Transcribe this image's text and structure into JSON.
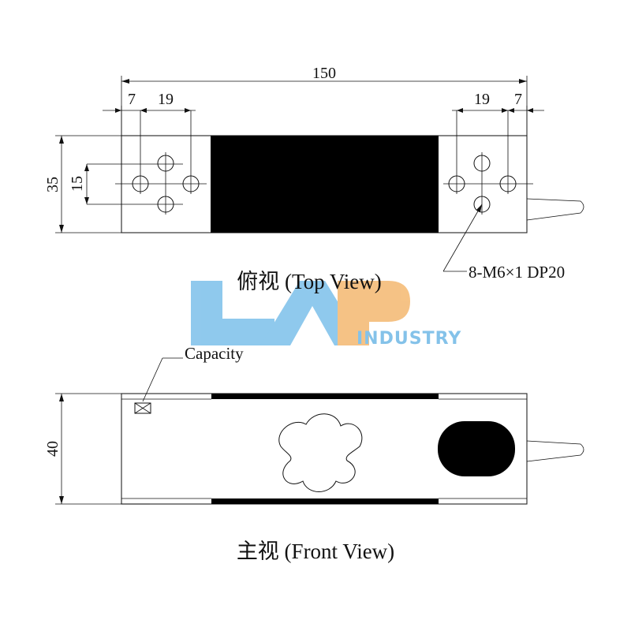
{
  "top_view": {
    "overall_length": "150",
    "left_edge_offset": "7",
    "left_hole_spacing": "19",
    "right_hole_spacing": "19",
    "right_edge_offset": "7",
    "width": "35",
    "hole_spacing_vertical": "15",
    "thread_callout": "8-M6×1 DP20",
    "caption": "俯视 (Top View)"
  },
  "front_view": {
    "height": "40",
    "capacity_label": "Capacity",
    "caption": "主视 (Front View)"
  },
  "watermark": {
    "logo_letters": "LAP",
    "text": "INDUSTRY",
    "colors": {
      "blue": "#6fb8e6",
      "orange": "#f2b46a"
    }
  }
}
